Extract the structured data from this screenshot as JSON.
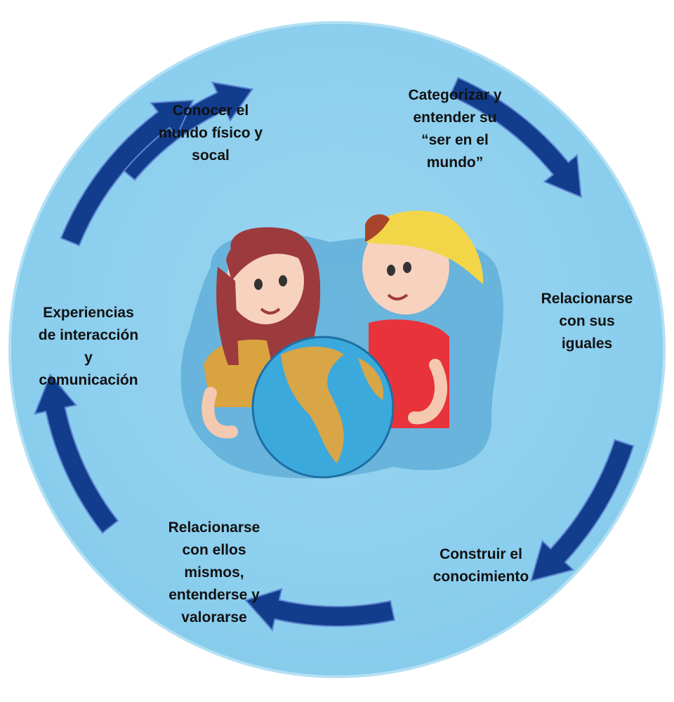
{
  "diagram": {
    "type": "cycle",
    "colors": {
      "circle_fill": "#8ccfee",
      "circle_edge": "#a9dcf3",
      "arrow_fill": "#123c8c",
      "arrow_edge": "#5b86d0",
      "label_text": "#111111"
    },
    "illustration": "children-holding-globe",
    "nodes": [
      {
        "text": "Conocer el\nmundo físico y\nsocal"
      },
      {
        "text": "Categorizar y\nentender su\n“ser en el\nmundo”"
      },
      {
        "text": "Relacionarse\ncon sus\niguales"
      },
      {
        "text": "Construir el\nconocimiento"
      },
      {
        "text": "Relacionarse\ncon ellos\nmismos,\nentenderse y\nvalorarse"
      },
      {
        "text": "Experiencias\nde interacción\ny\ncomunicación"
      }
    ],
    "arrow_direction": "clockwise"
  }
}
